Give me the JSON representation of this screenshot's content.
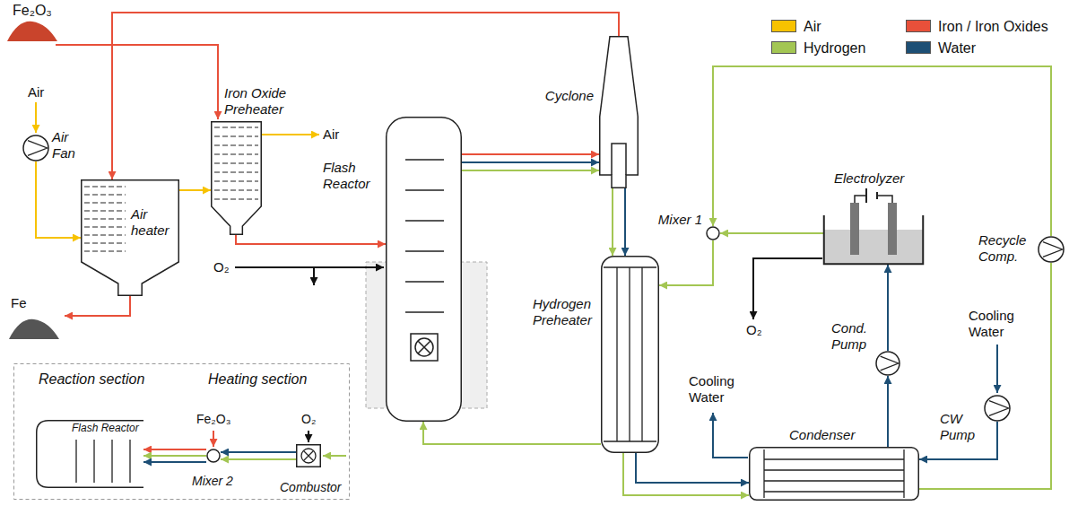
{
  "diagram": {
    "nodes": [
      {
        "text": [
          "Air Fan"
        ]
      },
      {
        "text": [
          "Air heater"
        ]
      },
      {
        "text": [
          "Iron Oxide Preheater"
        ]
      },
      {
        "text": [
          "Flash Reactor"
        ]
      },
      {
        "text": [
          "Cyclone"
        ]
      },
      {
        "text": [
          "Mixer 1"
        ]
      },
      {
        "text": [
          "Electrolyzer"
        ]
      },
      {
        "text": [
          "Recycle Comp."
        ]
      },
      {
        "text": [
          "Hydrogen Preheater"
        ]
      },
      {
        "text": [
          "Cond. Pump"
        ]
      },
      {
        "text": [
          "CW Pump"
        ]
      },
      {
        "text": [
          "Condenser"
        ]
      },
      {
        "text": [
          "Reaction section",
          "Heating section"
        ]
      },
      {
        "text": [
          "Flash Reactor"
        ],
        "in": 12
      },
      {
        "text": [
          "Mixer 2"
        ],
        "in": 12
      },
      {
        "text": [
          "Combustor"
        ],
        "in": 12
      }
    ],
    "edges": [
      {
        "from": 0,
        "to": 1,
        "arrow": "to"
      },
      {
        "from": 1,
        "to": 2,
        "arrow": "to"
      },
      {
        "from": 2,
        "to": 3,
        "arrow": "to"
      },
      {
        "from": 3,
        "to": 4,
        "arrow": "to"
      },
      {
        "from": 4,
        "to": 1,
        "arrow": "to"
      },
      {
        "from": 4,
        "to": 8,
        "arrow": "to"
      },
      {
        "from": 8,
        "to": 3,
        "arrow": "to"
      },
      {
        "from": 8,
        "to": 11,
        "arrow": "to"
      },
      {
        "from": 11,
        "to": 7,
        "arrow": "none"
      },
      {
        "from": 7,
        "to": 5,
        "arrow": "to"
      },
      {
        "from": 6,
        "to": 5,
        "arrow": "to"
      },
      {
        "from": 5,
        "to": 8,
        "arrow": "to"
      },
      {
        "from": 11,
        "to": 9,
        "arrow": "to"
      },
      {
        "from": 9,
        "to": 6,
        "arrow": "to"
      },
      {
        "from": 10,
        "to": 11,
        "arrow": "to"
      },
      {
        "from": 15,
        "to": 14,
        "arrow": "to"
      },
      {
        "from": 14,
        "to": 13,
        "arrow": "to"
      }
    ],
    "labels": [
      "Fe₂O₃",
      "Air",
      "Air",
      "Fe",
      "O₂",
      "Fe₂O₃",
      "O₂",
      "Cooling Water",
      "Cooling Water",
      "O₂"
    ],
    "legend": [
      {
        "text": "Air",
        "color": "#f7c200"
      },
      {
        "text": "Iron / Iron Oxides",
        "color": "#e8503a"
      },
      {
        "text": "Hydrogen",
        "color": "#a3c653"
      },
      {
        "text": "Water",
        "color": "#1d4f75"
      }
    ]
  }
}
